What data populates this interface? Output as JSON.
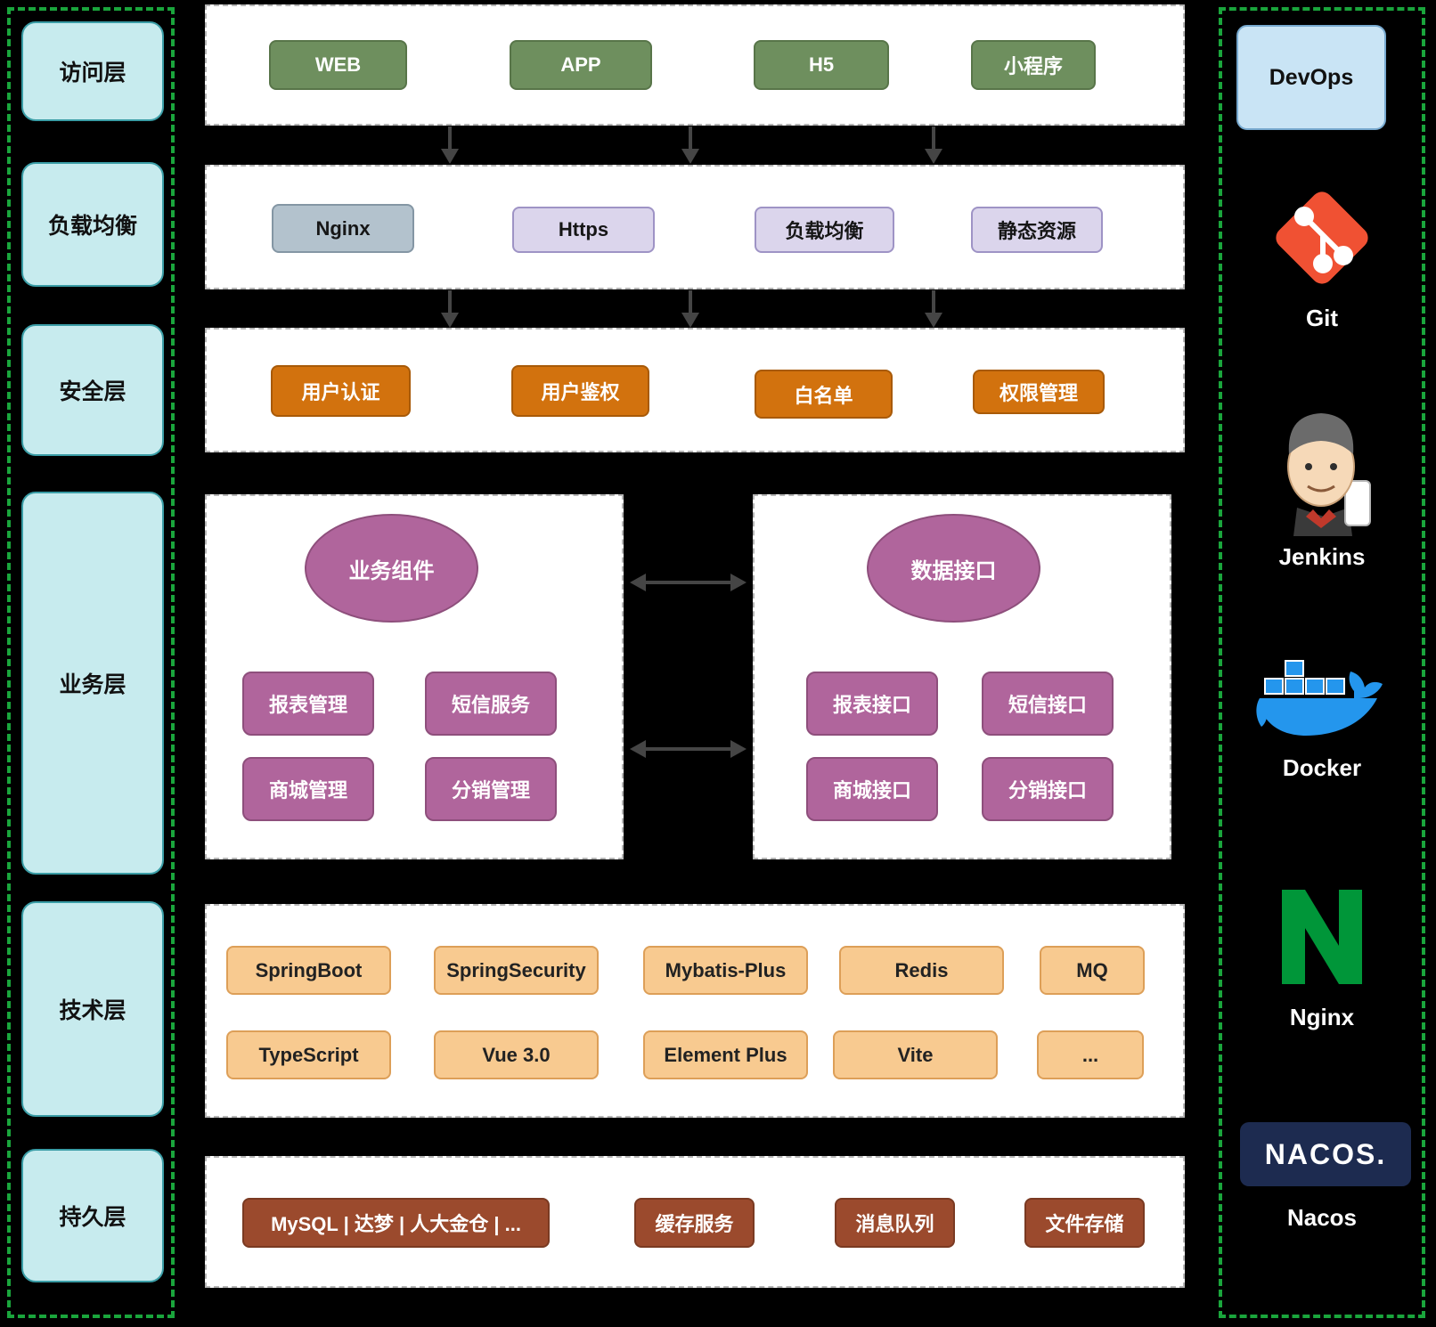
{
  "layers": {
    "items": [
      "访问层",
      "负载均衡",
      "安全层",
      "业务层",
      "技术层",
      "持久层"
    ]
  },
  "access": {
    "nodes": [
      "WEB",
      "APP",
      "H5",
      "小程序"
    ]
  },
  "load_balancing": {
    "nodes": [
      "Nginx",
      "Https",
      "负载均衡",
      "静态资源"
    ]
  },
  "security": {
    "nodes": [
      "用户认证",
      "用户鉴权",
      "白名单",
      "权限管理"
    ]
  },
  "business": {
    "components": {
      "title": "业务组件",
      "nodes": [
        "报表管理",
        "短信服务",
        "商城管理",
        "分销管理"
      ]
    },
    "interfaces": {
      "title": "数据接口",
      "nodes": [
        "报表接口",
        "短信接口",
        "商城接口",
        "分销接口"
      ]
    }
  },
  "tech": {
    "row1": [
      "SpringBoot",
      "SpringSecurity",
      "Mybatis-Plus",
      "Redis",
      "MQ"
    ],
    "row2": [
      "TypeScript",
      "Vue 3.0",
      "Element Plus",
      "Vite",
      "..."
    ]
  },
  "persistence": {
    "nodes": [
      "MySQL | 达梦 | 人大金仓 | ...",
      "缓存服务",
      "消息队列",
      "文件存储"
    ]
  },
  "devops": {
    "title": "DevOps",
    "tools": [
      "Git",
      "Jenkins",
      "Docker",
      "Nginx",
      "Nacos"
    ],
    "nacos_logo": "NACOS."
  },
  "colors": {
    "background": "#000000",
    "panel_border_green": "#1aa53c",
    "layer_fill": "#c7ebee",
    "layer_border": "#3a9da6",
    "access_node": "#6e8f5e",
    "nginx_node": "#b3c2cd",
    "lb_node": "#dbd5ec",
    "security_node": "#d2720e",
    "business_node": "#b0659c",
    "tech_node": "#f8ca90",
    "persistence_node": "#9b4a2d",
    "devops_fill": "#c9e4f5",
    "git_brand": "#f05133",
    "docker_brand": "#2496ed",
    "nginx_brand": "#009639",
    "nacos_bg": "#1d2b50",
    "arrow": "#454545"
  }
}
